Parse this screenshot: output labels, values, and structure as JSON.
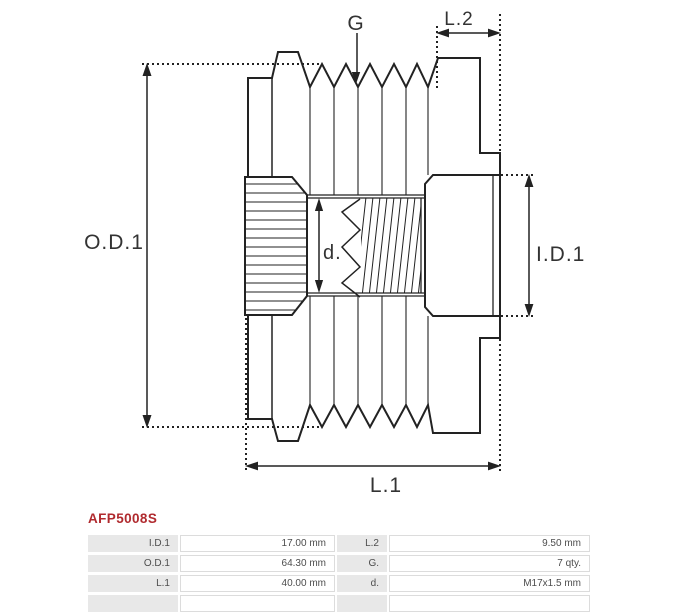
{
  "part_code": "AFP5008S",
  "colors": {
    "line": "#222222",
    "accent_red": "#b02a2e",
    "cell_bg": "#e8e8e8",
    "cell_border": "#dcdcdc",
    "cell_text": "#4d4d4d"
  },
  "diagram": {
    "type": "alternator-freewheel-pulley-cross-section",
    "labels": {
      "od1": "O.D.1",
      "g": "G",
      "l2": "L.2",
      "id1": "I.D.1",
      "d": "d.",
      "l1": "L.1"
    }
  },
  "spec_table": {
    "rows": [
      {
        "label1": "I.D.1",
        "value1": "17.00 mm",
        "label2": "L.2",
        "value2": "9.50 mm"
      },
      {
        "label1": "O.D.1",
        "value1": "64.30 mm",
        "label2": "G.",
        "value2": "7 qty."
      },
      {
        "label1": "L.1",
        "value1": "40.00 mm",
        "label2": "d.",
        "value2": "M17x1.5 mm"
      }
    ]
  }
}
